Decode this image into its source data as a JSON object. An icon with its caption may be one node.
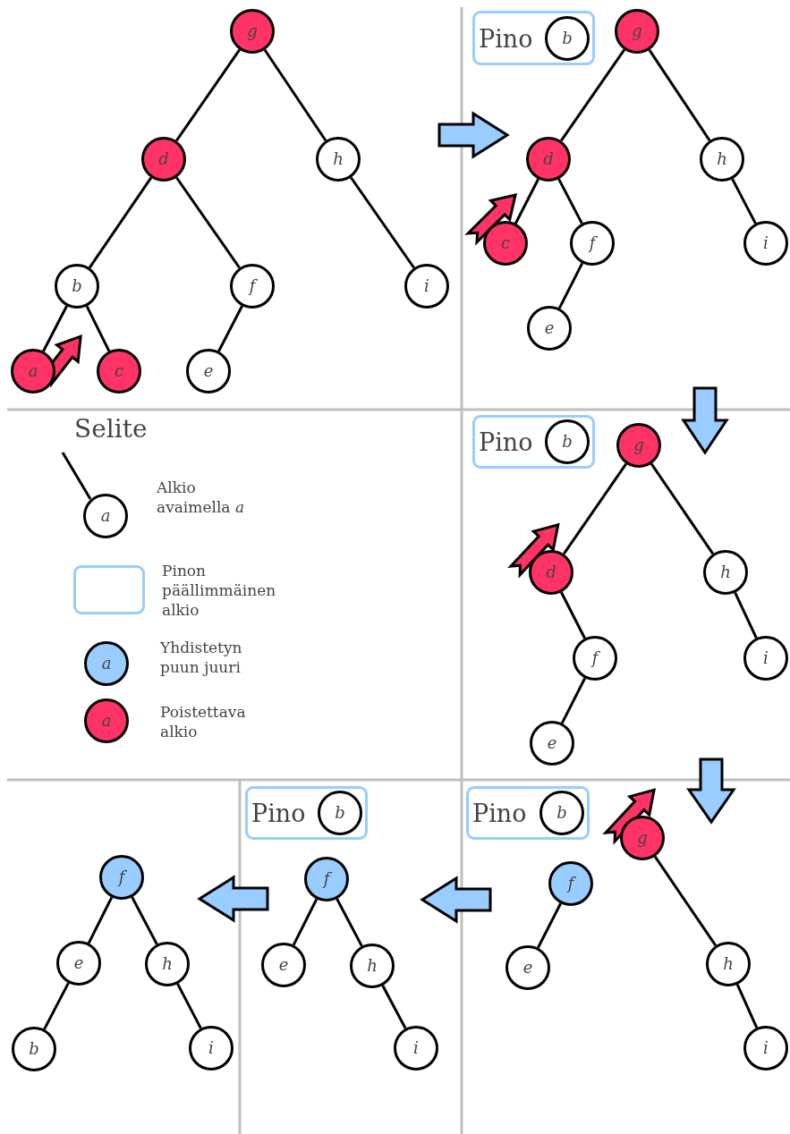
{
  "diagram": {
    "nodes": [
      {
        "text": [
          "g"
        ]
      },
      {
        "text": [
          "d"
        ]
      },
      {
        "text": [
          "h"
        ]
      },
      {
        "text": [
          "b"
        ]
      },
      {
        "text": [
          "f"
        ]
      },
      {
        "text": [
          "i"
        ]
      },
      {
        "text": [
          "a"
        ]
      },
      {
        "text": [
          "c"
        ]
      },
      {
        "text": [
          "e"
        ]
      },
      {
        "text": [
          "Pino"
        ]
      },
      {
        "text": [
          "b"
        ],
        "in": 9
      },
      {
        "text": [
          "g"
        ]
      },
      {
        "text": [
          "d"
        ]
      },
      {
        "text": [
          "h"
        ]
      },
      {
        "text": [
          "c"
        ]
      },
      {
        "text": [
          "f"
        ]
      },
      {
        "text": [
          "i"
        ]
      },
      {
        "text": [
          "e"
        ]
      },
      {
        "text": [
          "Pino"
        ]
      },
      {
        "text": [
          "b"
        ],
        "in": 18
      },
      {
        "text": [
          "g"
        ]
      },
      {
        "text": [
          "d"
        ]
      },
      {
        "text": [
          "h"
        ]
      },
      {
        "text": [
          "f"
        ]
      },
      {
        "text": [
          "i"
        ]
      },
      {
        "text": [
          "e"
        ]
      },
      {
        "text": [
          "f"
        ]
      },
      {
        "text": [
          "e"
        ]
      },
      {
        "text": [
          "h"
        ]
      },
      {
        "text": [
          "b"
        ]
      },
      {
        "text": [
          "i"
        ]
      },
      {
        "text": [
          "Pino"
        ]
      },
      {
        "text": [
          "b"
        ],
        "in": 31
      },
      {
        "text": [
          "f"
        ]
      },
      {
        "text": [
          "e"
        ]
      },
      {
        "text": [
          "h"
        ]
      },
      {
        "text": [
          "i"
        ]
      },
      {
        "text": [
          "Pino"
        ]
      },
      {
        "text": [
          "b"
        ],
        "in": 37
      },
      {
        "text": [
          "g"
        ]
      },
      {
        "text": [
          "f"
        ]
      },
      {
        "text": [
          "e"
        ]
      },
      {
        "text": [
          "h"
        ]
      },
      {
        "text": [
          "i"
        ]
      }
    ],
    "edges": [
      {
        "from": 0,
        "to": 1,
        "arrow": "none"
      },
      {
        "from": 0,
        "to": 2,
        "arrow": "none"
      },
      {
        "from": 1,
        "to": 3,
        "arrow": "none"
      },
      {
        "from": 1,
        "to": 4,
        "arrow": "none"
      },
      {
        "from": 2,
        "to": 5,
        "arrow": "none"
      },
      {
        "from": 3,
        "to": 6,
        "arrow": "none"
      },
      {
        "from": 3,
        "to": 7,
        "arrow": "none"
      },
      {
        "from": 4,
        "to": 8,
        "arrow": "none"
      },
      {
        "from": 11,
        "to": 12,
        "arrow": "none"
      },
      {
        "from": 11,
        "to": 13,
        "arrow": "none"
      },
      {
        "from": 12,
        "to": 14,
        "arrow": "none"
      },
      {
        "from": 12,
        "to": 15,
        "arrow": "none"
      },
      {
        "from": 13,
        "to": 16,
        "arrow": "none"
      },
      {
        "from": 15,
        "to": 17,
        "arrow": "none"
      },
      {
        "from": 20,
        "to": 21,
        "arrow": "none"
      },
      {
        "from": 20,
        "to": 22,
        "arrow": "none"
      },
      {
        "from": 21,
        "to": 23,
        "arrow": "none"
      },
      {
        "from": 22,
        "to": 24,
        "arrow": "none"
      },
      {
        "from": 23,
        "to": 25,
        "arrow": "none"
      },
      {
        "from": 26,
        "to": 27,
        "arrow": "none"
      },
      {
        "from": 26,
        "to": 28,
        "arrow": "none"
      },
      {
        "from": 27,
        "to": 29,
        "arrow": "none"
      },
      {
        "from": 28,
        "to": 30,
        "arrow": "none"
      },
      {
        "from": 33,
        "to": 34,
        "arrow": "none"
      },
      {
        "from": 33,
        "to": 35,
        "arrow": "none"
      },
      {
        "from": 35,
        "to": 36,
        "arrow": "none"
      },
      {
        "from": 40,
        "to": 41,
        "arrow": "none"
      },
      {
        "from": 39,
        "to": 42,
        "arrow": "none"
      },
      {
        "from": 42,
        "to": 43,
        "arrow": "none"
      },
      {
        "from": 6,
        "to": null,
        "arrow": "to",
        "style": "thick",
        "color": "#ff3366"
      },
      {
        "from": 14,
        "to": null,
        "arrow": "to",
        "style": "thick",
        "color": "#ff3366"
      },
      {
        "from": 21,
        "to": null,
        "arrow": "to",
        "style": "thick",
        "color": "#ff3366"
      },
      {
        "from": 39,
        "to": null,
        "arrow": "to",
        "style": "thick",
        "color": "#ff3366"
      }
    ],
    "labels": [
      "Selite",
      "a",
      "a",
      "a"
    ],
    "legend": [
      {
        "text": "Alkio avaimella *a*"
      },
      {
        "text": "Pinon päällimmäinen alkio"
      },
      {
        "text": "Yhdistetyn puun juuri",
        "color": "#99ccff"
      },
      {
        "text": "Poistettava alkio",
        "color": "#ff3366"
      }
    ]
  }
}
